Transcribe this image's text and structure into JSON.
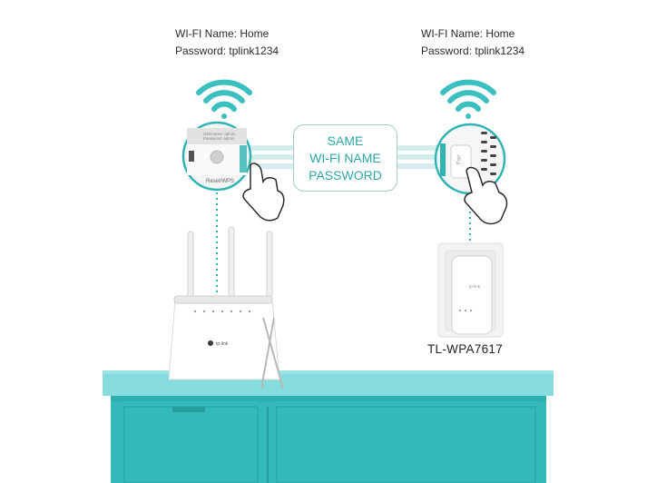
{
  "left_network": {
    "name_line": "WI-FI Name: Home",
    "password_line": "Password: tplink1234"
  },
  "right_network": {
    "name_line": "WI-FI Name: Home",
    "password_line": "Password: tplink1234"
  },
  "center": {
    "line1": "SAME",
    "line2": "WI-FI NAME",
    "line3": "PASSWORD"
  },
  "router_closeup": {
    "button_label": "Reset/WPS",
    "sticker_line1": "Username: admin",
    "sticker_line2": "Password: admin"
  },
  "extender_closeup": {
    "button_label": "Pair"
  },
  "devices": {
    "router_brand": "tp-link",
    "extender_brand": "tp-link",
    "extender_model": "TL-WPA7617"
  },
  "colors": {
    "accent": "#2fb3b3",
    "wifi_icon": "#3dbfbf",
    "cabinet_top": "#7fd9d9",
    "cabinet_body": "#2fb8b8",
    "connector": "#d8eeee"
  }
}
